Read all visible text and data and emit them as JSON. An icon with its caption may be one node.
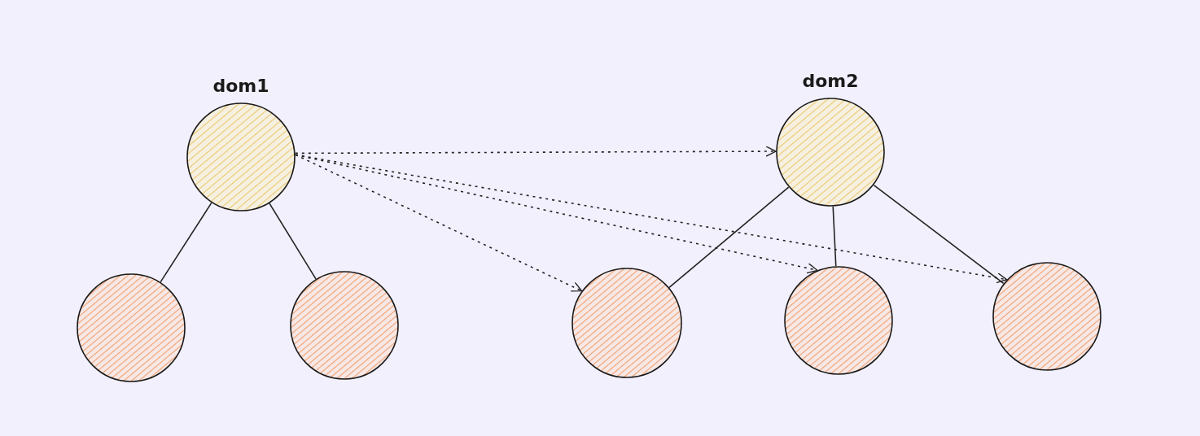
{
  "diagram": {
    "nodes": [
      {
        "text": [
          "dom1"
        ]
      },
      {
        "text": [],
        "shape": "circle"
      },
      {
        "text": [],
        "shape": "circle"
      },
      {
        "text": [
          "dom2"
        ]
      },
      {
        "text": [],
        "shape": "circle"
      },
      {
        "text": [],
        "shape": "circle"
      },
      {
        "text": [],
        "shape": "circle"
      }
    ],
    "edges": [
      {
        "from": 0,
        "to": 1,
        "arrow": "none"
      },
      {
        "from": 0,
        "to": 2,
        "arrow": "none"
      },
      {
        "from": 3,
        "to": 4,
        "arrow": "none"
      },
      {
        "from": 3,
        "to": 5,
        "arrow": "none"
      },
      {
        "from": 3,
        "to": 6,
        "arrow": "none"
      },
      {
        "from": 0,
        "to": 3,
        "arrow": "to",
        "style": "dashed"
      },
      {
        "from": 0,
        "to": 4,
        "arrow": "to",
        "style": "dashed"
      },
      {
        "from": 0,
        "to": 5,
        "arrow": "to",
        "style": "dashed"
      },
      {
        "from": 0,
        "to": 6,
        "arrow": "to",
        "style": "dashed"
      }
    ]
  }
}
